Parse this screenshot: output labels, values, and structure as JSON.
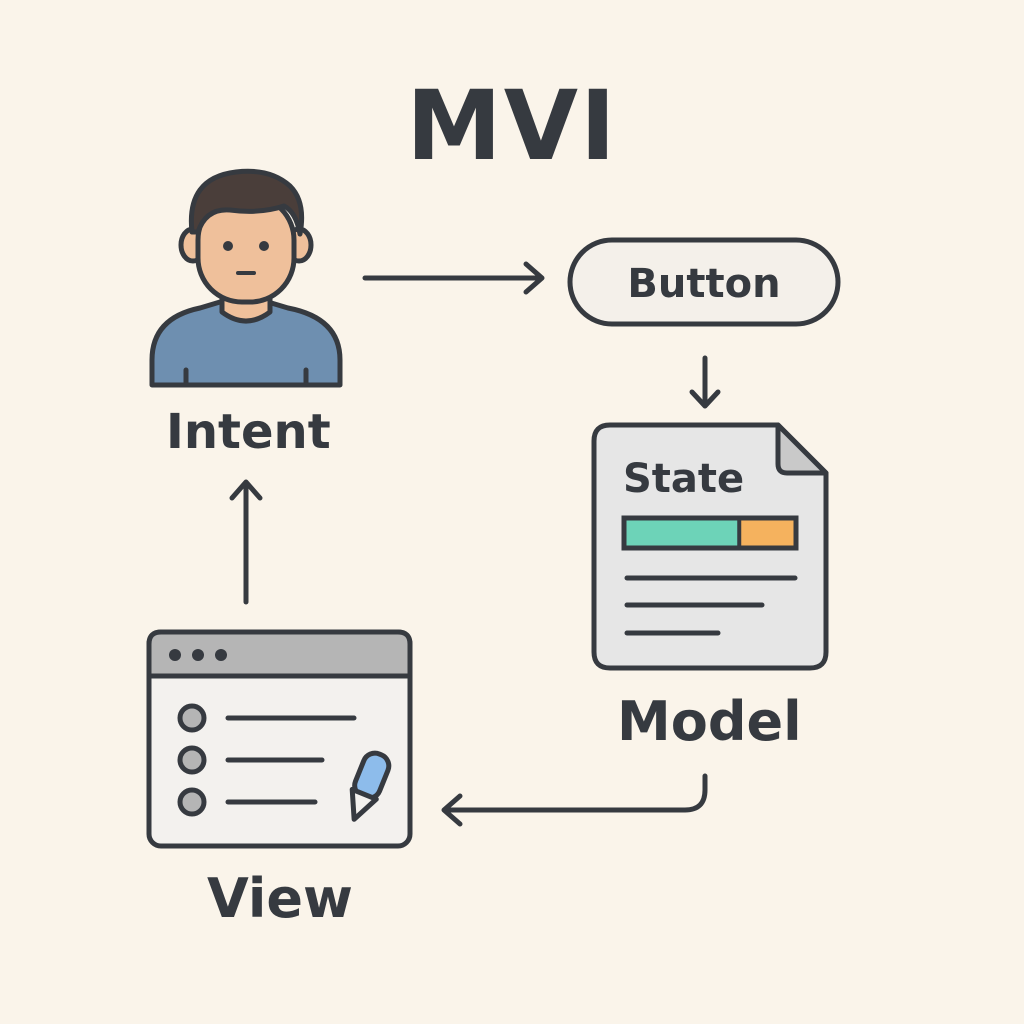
{
  "diagram": {
    "title": "MVI",
    "intent_label": "Intent",
    "button_label": "Button",
    "state_label": "State",
    "model_label": "Model",
    "view_label": "View"
  },
  "colors": {
    "background": "#FAF4EA",
    "ink": "#363A40",
    "shirt": "#6E8FB0",
    "skin": "#EFC09B",
    "hair": "#4A3E3A",
    "document_fill": "#E6E6E6",
    "progress_teal": "#6DD3B8",
    "progress_orange": "#F5B25E",
    "window_titlebar": "#B5B5B5",
    "window_body": "#F3F1EE",
    "pencil": "#8DBCEB"
  },
  "state_progress": {
    "filled_fraction": 0.67
  },
  "icons": [
    "user-icon",
    "document-icon",
    "browser-window-icon",
    "pencil-icon"
  ]
}
